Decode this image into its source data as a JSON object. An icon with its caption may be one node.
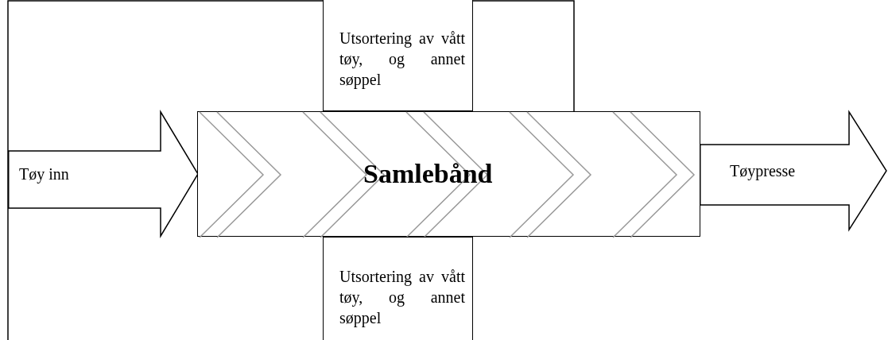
{
  "diagram": {
    "nodes": [
      {
        "text": [
          "Utsortering av vått tøy, og annet søppel"
        ]
      },
      {
        "text": [
          "Tøy inn"
        ]
      },
      {
        "text": [
          "Samlebånd"
        ]
      },
      {
        "text": [
          "Tøypresse"
        ]
      },
      {
        "text": [
          "Utsortering av vått tøy, og annet søppel"
        ]
      }
    ]
  }
}
